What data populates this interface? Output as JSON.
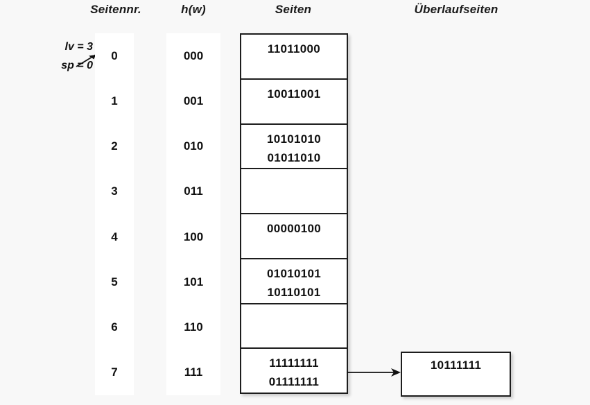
{
  "headers": {
    "page_number": "Seitennr.",
    "hash": "h(w)",
    "pages": "Seiten",
    "overflow_pages": "Überlaufseiten"
  },
  "annotation": {
    "level": "lv = 3",
    "split_pointer": "sp = 0"
  },
  "rows": [
    {
      "page_number": "0",
      "hash": "000",
      "records": [
        "11011000"
      ]
    },
    {
      "page_number": "1",
      "hash": "001",
      "records": [
        "10011001"
      ]
    },
    {
      "page_number": "2",
      "hash": "010",
      "records": [
        "10101010",
        "01011010"
      ]
    },
    {
      "page_number": "3",
      "hash": "011",
      "records": []
    },
    {
      "page_number": "4",
      "hash": "100",
      "records": [
        "00000100"
      ]
    },
    {
      "page_number": "5",
      "hash": "101",
      "records": [
        "01010101",
        "10110101"
      ]
    },
    {
      "page_number": "6",
      "hash": "110",
      "records": []
    },
    {
      "page_number": "7",
      "hash": "111",
      "records": [
        "11111111",
        "01111111"
      ]
    }
  ],
  "overflow": {
    "from_row_index": 7,
    "records": [
      "10111111"
    ]
  },
  "colors": {
    "background": "#f8f8f8",
    "column_strip": "#ffffff",
    "border": "#1d1d1d",
    "text": "#111111"
  }
}
